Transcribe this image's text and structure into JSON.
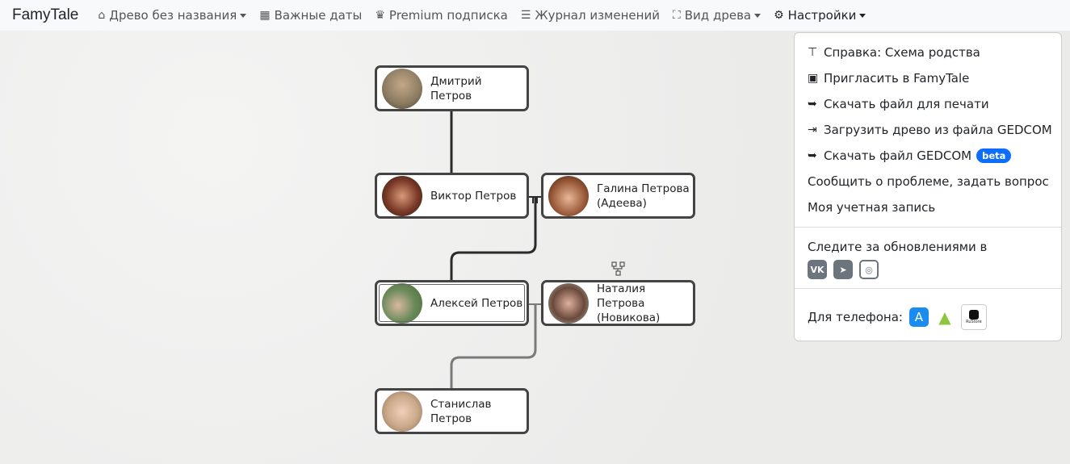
{
  "nav": {
    "brand": "FamyTale",
    "items": [
      {
        "label": "Древо без названия",
        "icon": "home-icon",
        "caret": true
      },
      {
        "label": "Важные даты",
        "icon": "calendar-icon"
      },
      {
        "label": "Premium подписка",
        "icon": "crown-icon"
      },
      {
        "label": "Журнал изменений",
        "icon": "list-icon"
      },
      {
        "label": "Вид древа",
        "icon": "tree-view-icon",
        "caret": true
      },
      {
        "label": "Настройки",
        "icon": "gear-icon",
        "caret": true
      }
    ]
  },
  "tree": {
    "people": [
      {
        "name": "Дмитрий Петров",
        "avatar_color": "#8a7a60"
      },
      {
        "name": "Виктор Петров",
        "avatar_color": "#7a3a28"
      },
      {
        "name": "Галина Петрова (Адеева)",
        "avatar_color": "#9a5a3a"
      },
      {
        "name": "Алексей Петров",
        "avatar_color": "#6a8a5a"
      },
      {
        "name": "Наталия Петрова (Новикова)",
        "avatar_color": "#6a4a3a"
      },
      {
        "name": "Станислав Петров",
        "avatar_color": "#c9a88a"
      }
    ]
  },
  "menu": {
    "items": [
      {
        "label": "Справка: Схема родства",
        "icon": "sitemap-icon"
      },
      {
        "label": "Пригласить в FamyTale",
        "icon": "contact-card-icon"
      },
      {
        "label": "Скачать файл для печати",
        "icon": "file-export-icon"
      },
      {
        "label": "Загрузить древо из файла GEDCOM",
        "icon": "file-import-icon"
      },
      {
        "label": "Скачать файл GEDCOM",
        "icon": "file-export-icon",
        "badge": "beta"
      },
      {
        "label": "Сообщить о проблеме, задать вопрос"
      },
      {
        "label": "Моя учетная запись"
      }
    ],
    "follow": "Следите за обновлениями в",
    "social": [
      "vk-icon",
      "telegram-icon",
      "instagram-icon"
    ],
    "phone": "Для телефона:",
    "apps": [
      "app-store-icon",
      "android-icon",
      "rustore-icon"
    ],
    "rustore": "RuStore"
  },
  "colors": {
    "badge": "#0d6efd",
    "line_dark": "#2a2a2a",
    "line_light": "#7a7a7a"
  }
}
